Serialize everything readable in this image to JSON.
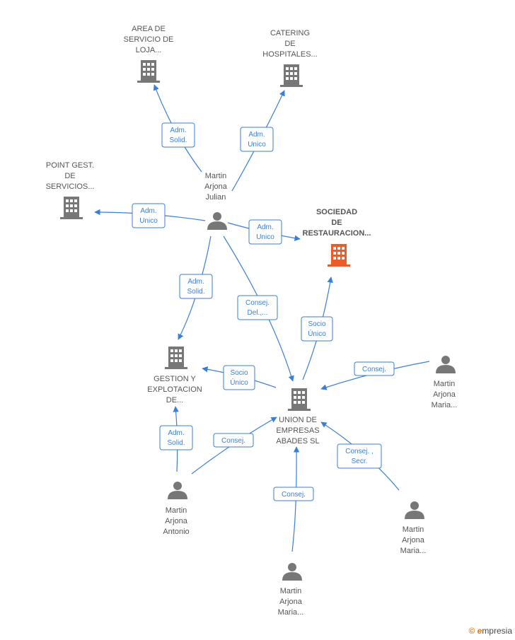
{
  "colors": {
    "edge": "#3a7fd5",
    "node": "#777777",
    "highlight": "#f05a28"
  },
  "nodes": {
    "area_servicio": {
      "lines": [
        "AREA DE",
        "SERVICIO DE",
        "LOJA..."
      ],
      "icon": "building-icon"
    },
    "catering": {
      "lines": [
        "CATERING",
        "DE",
        "HOSPITALES..."
      ],
      "icon": "building-icon"
    },
    "point_gest": {
      "lines": [
        "POINT GEST.",
        "DE",
        "SERVICIOS..."
      ],
      "icon": "building-icon"
    },
    "sociedad": {
      "lines": [
        "SOCIEDAD",
        "DE",
        "RESTAURACION..."
      ],
      "icon": "building-icon"
    },
    "gestion": {
      "lines": [
        "GESTION Y",
        "EXPLOTACION",
        "DE..."
      ],
      "icon": "building-icon"
    },
    "union": {
      "lines": [
        "UNION DE",
        "EMPRESAS",
        "ABADES SL"
      ],
      "icon": "building-icon"
    },
    "martin_julian": {
      "lines": [
        "Martin",
        "Arjona",
        "Julian"
      ],
      "icon": "person-icon"
    },
    "martin_maria_right": {
      "lines": [
        "Martin",
        "Arjona",
        "Maria..."
      ],
      "icon": "person-icon"
    },
    "martin_antonio": {
      "lines": [
        "Martin",
        "Arjona",
        "Antonio"
      ],
      "icon": "person-icon"
    },
    "martin_maria_lower_right": {
      "lines": [
        "Martin",
        "Arjona",
        "Maria..."
      ],
      "icon": "person-icon"
    },
    "martin_maria_bottom": {
      "lines": [
        "Martin",
        "Arjona",
        "Maria..."
      ],
      "icon": "person-icon"
    }
  },
  "edges": {
    "julian_area": {
      "lines": [
        "Adm.",
        "Solid."
      ]
    },
    "julian_catering": {
      "lines": [
        "Adm.",
        "Unico"
      ]
    },
    "julian_point": {
      "lines": [
        "Adm.",
        "Unico"
      ]
    },
    "julian_sociedad": {
      "lines": [
        "Adm.",
        "Unico"
      ]
    },
    "julian_gestion": {
      "lines": [
        "Adm.",
        "Solid."
      ]
    },
    "julian_union": {
      "lines": [
        "Consej.",
        "Del.,..."
      ]
    },
    "union_sociedad": {
      "lines": [
        "Socio",
        "Único"
      ]
    },
    "union_gestion": {
      "lines": [
        "Socio",
        "Único"
      ]
    },
    "maria_right_union": {
      "lines": [
        "Consej."
      ]
    },
    "antonio_gestion": {
      "lines": [
        "Adm.",
        "Solid."
      ]
    },
    "antonio_union": {
      "lines": [
        "Consej."
      ]
    },
    "maria_lower_right_union": {
      "lines": [
        "Consej. ,",
        "Secr."
      ]
    },
    "maria_bottom_union": {
      "lines": [
        "Consej."
      ]
    }
  },
  "brand": {
    "copyright": "©",
    "name_first": "e",
    "name_rest": "mpresia"
  }
}
